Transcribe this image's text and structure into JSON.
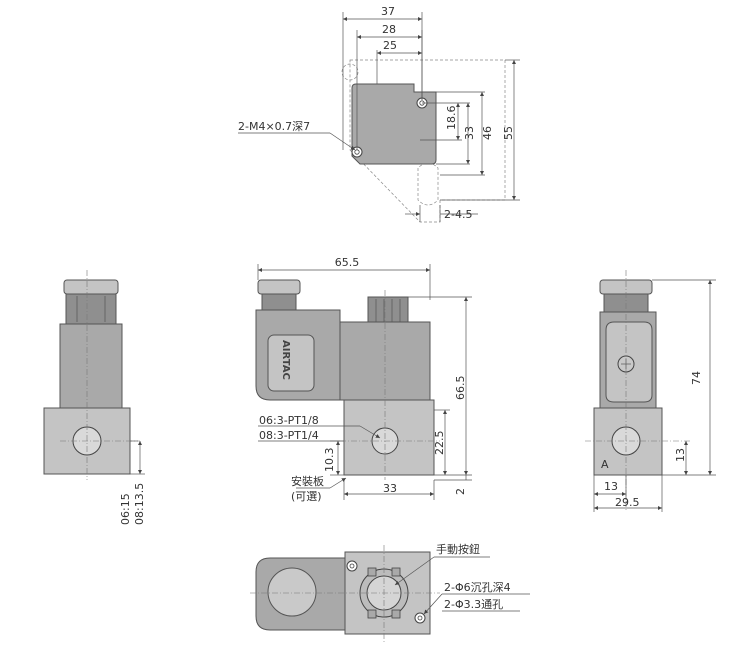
{
  "top_view": {
    "dims": {
      "w37": "37",
      "w28": "28",
      "w25": "25",
      "h18_6": "18.6",
      "h33": "33",
      "h46": "46",
      "h55": "55",
      "d2_4_5": "2-4.5"
    },
    "thread_label": "2-M4×0.7深7"
  },
  "front_view": {
    "dims": {
      "w65_5": "65.5",
      "h66_5": "66.5",
      "h22_5": "22.5",
      "h10_3": "10.3",
      "w33": "33",
      "d2": "2"
    },
    "port_06": "06:3-PT1/8",
    "port_08": "08:3-PT1/4",
    "mount_label": "安裝板",
    "mount_note": "(可選)",
    "brand": "AIRTAC"
  },
  "left_view": {
    "dim_06": "06:15",
    "dim_08": "08:13.5"
  },
  "right_view": {
    "dims": {
      "h74": "74",
      "h13": "13",
      "w13": "13",
      "w29_5": "29.5"
    },
    "port_mark": "A"
  },
  "bottom_view": {
    "manual_button": "手動按鈕",
    "counterbore": "2-Φ6沉孔深4",
    "through_hole": "2-Φ3.3通孔"
  }
}
